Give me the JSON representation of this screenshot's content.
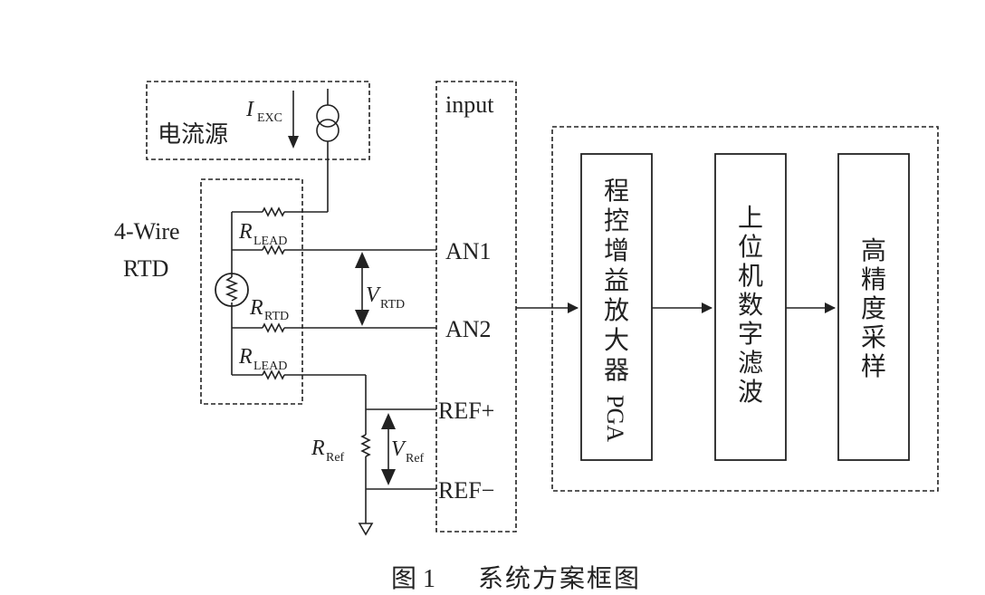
{
  "current_source": {
    "label": "电流源",
    "symbol": "I",
    "subscript": "EXC"
  },
  "rtd_block": {
    "label_line1": "4-Wire",
    "label_line2": "RTD"
  },
  "resistors": {
    "lead_top": {
      "symbol": "R",
      "subscript": "LEAD"
    },
    "rtd": {
      "symbol": "R",
      "subscript": "RTD"
    },
    "lead_bottom": {
      "symbol": "R",
      "subscript": "LEAD"
    },
    "ref": {
      "symbol": "R",
      "subscript": "Ref"
    }
  },
  "voltages": {
    "rtd": {
      "symbol": "V",
      "subscript": "RTD"
    },
    "ref": {
      "symbol": "V",
      "subscript": "Ref"
    }
  },
  "input_block": {
    "title": "input",
    "pins": [
      "AN1",
      "AN2",
      "REF+",
      "REF−"
    ]
  },
  "processing": {
    "pga": {
      "chars": [
        "程",
        "控",
        "增",
        "益",
        "放",
        "大",
        "器"
      ],
      "latin": "PGA"
    },
    "filter": {
      "chars": [
        "上",
        "位",
        "机",
        "数",
        "字",
        "滤",
        "波"
      ]
    },
    "sampling": {
      "chars": [
        "高",
        "精",
        "度",
        "采",
        "样"
      ]
    }
  },
  "caption": {
    "number": "图 1",
    "text": "系统方案框图"
  },
  "colors": {
    "ink": "#222222",
    "background": "#ffffff"
  }
}
